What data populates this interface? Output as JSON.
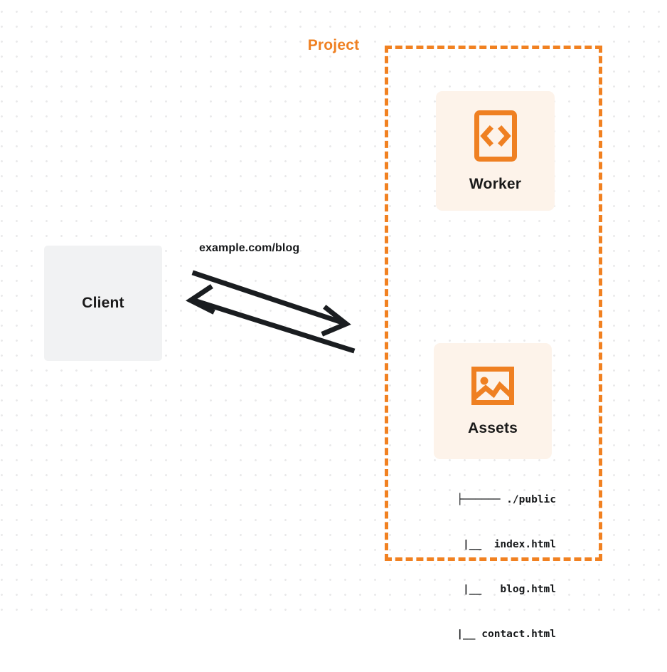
{
  "diagram": {
    "title": "Project",
    "background": {
      "style": "dot-grid",
      "dot_color": "#e9e9ea",
      "page_color": "#ffffff"
    },
    "colors": {
      "accent": "#f18121",
      "card_background": "#fdf3ea",
      "client_background": "#f1f2f3",
      "text": "#16181a"
    }
  },
  "client": {
    "label": "Client"
  },
  "connection": {
    "label": "example.com/blog",
    "request_direction": "client-to-project",
    "response_direction": "project-to-client"
  },
  "project": {
    "label": "Project",
    "nodes": [
      {
        "id": "worker",
        "label": "Worker",
        "icon": "code-file-icon"
      },
      {
        "id": "assets",
        "label": "Assets",
        "icon": "image-icon"
      }
    ]
  },
  "file_tree": {
    "lines": [
      "├────── ./public",
      "     |__  index.html",
      "     |__   blog.html",
      "     |__ contact.html"
    ]
  }
}
